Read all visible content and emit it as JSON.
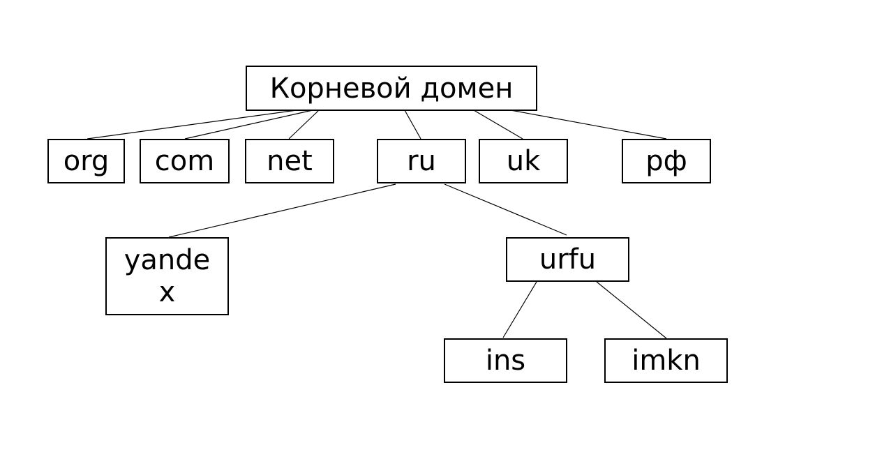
{
  "diagram": {
    "root": {
      "label": "Корневой домен"
    },
    "tld": [
      {
        "label": "org"
      },
      {
        "label": "com"
      },
      {
        "label": "net"
      },
      {
        "label": "ru"
      },
      {
        "label": "uk"
      },
      {
        "label": "рф"
      }
    ],
    "second_level": [
      {
        "label": "yandex"
      },
      {
        "label": "urfu"
      }
    ],
    "third_level": [
      {
        "label": "ins"
      },
      {
        "label": "imkn"
      }
    ]
  }
}
